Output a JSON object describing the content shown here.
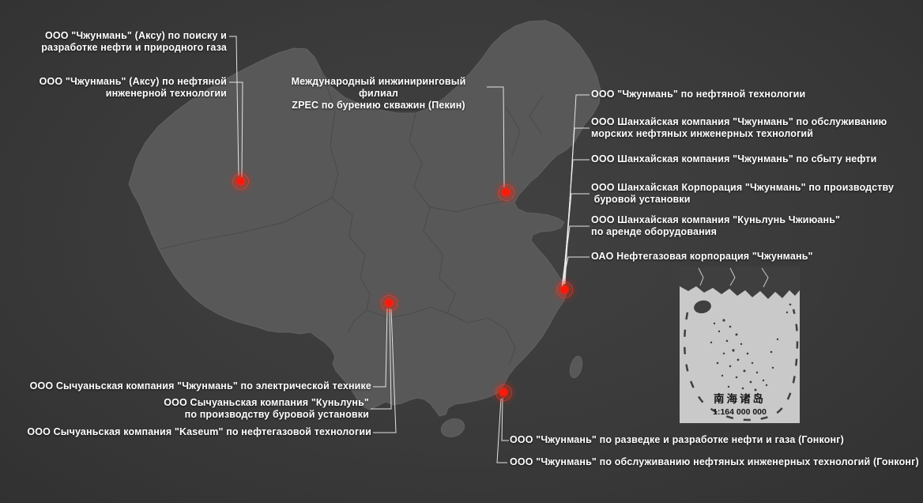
{
  "canvas": {
    "background_color": "#3a3a3a",
    "map_fill_color": "#585858",
    "province_border_color": "#494949",
    "marker_color": "#ff1508",
    "leader_line_color": "#ececec",
    "label_color": "#ffffff"
  },
  "markers": {
    "color": "#ff1508",
    "locations": [
      "aksu",
      "beijing",
      "shanghai",
      "sichuan",
      "hongkong"
    ]
  },
  "labels": {
    "aksu_exploration": "ООО \"Чжунмань\" (Аксу) по поиску и\nразработке нефти и природного газа",
    "aksu_engineering": "ООО \"Чжунмань\" (Аксу) по нефтяной\nинженерной технологии",
    "beijing_zpec": "Международный инжиниринговый филиал\nZPEC по бурению скважин (Пекин)",
    "sh_oil_tech": "ООО \"Чжунмань\" по нефтяной технологии",
    "sh_marine": "ООО Шанхайская компания \"Чжунмань\" по обслуживанию\nморских нефтяных инженерных технологий",
    "sh_sales": "ООО Шанхайская компания \"Чжунмань\" по сбыту нефти",
    "sh_rig": "ООО Шанхайская Корпорация \"Чжунмань\" по производству\n буровой установки",
    "sh_kunlun_lease": "ООО Шанхайская компания \"Куньлунь Чжиюань\"\nпо аренде оборудования",
    "oao_corp": "ОАО Нефтегазовая корпорация \"Чжунмань\"",
    "sc_electric": "ООО Сычуаньская компания \"Чжунмань\" по электрической технике",
    "sc_kunlun_rig": "ООО Сычуаньская компания \"Куньлунь\"\nпо производству буровой установки",
    "sc_kaseum": "ООО Сычуаньская компания \"Kaseum\" по нефтегазовой технологии",
    "hk_exploration": "ООО \"Чжунмань\" по разведке и разработке нефти и газа (Гонконг)",
    "hk_service": "ООО \"Чжунмань\" по обслуживанию нефтяных инженерных технологий (Гонконг)"
  },
  "inset": {
    "title": "南海诸岛",
    "scale": "1:164 000 000"
  }
}
